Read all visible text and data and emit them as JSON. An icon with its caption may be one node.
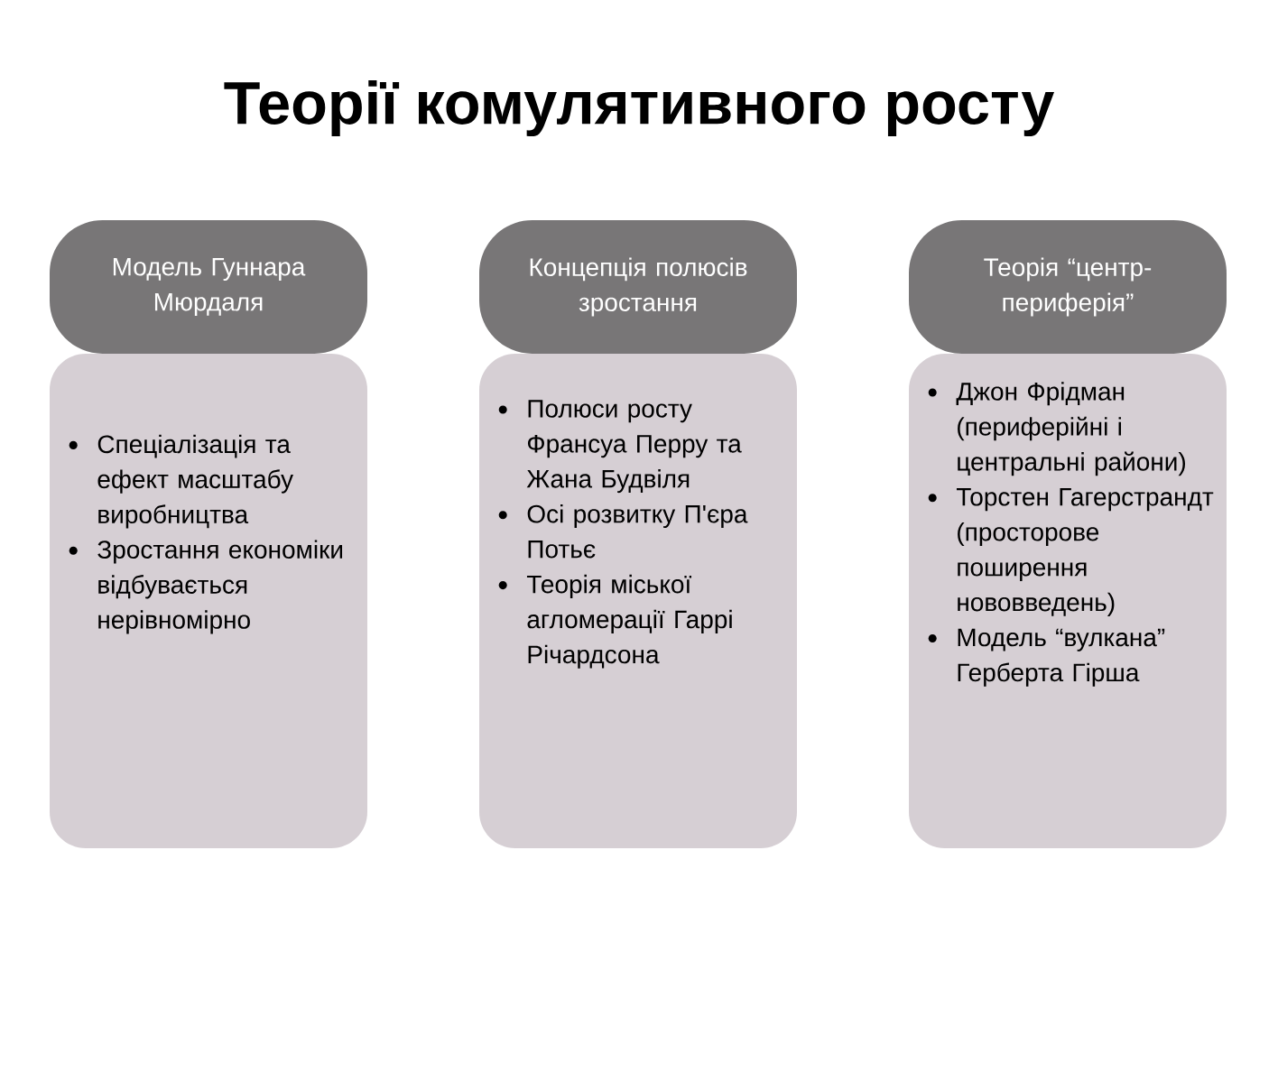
{
  "diagram": {
    "title": "Теорії комулятивного росту",
    "nodes": [
      {
        "text": [
          "Модель Гуннара Мюрдаля"
        ]
      },
      {
        "text": [
          "Спеціалізація та ефект масштабу виробництва",
          "Зростання економіки відбувається нерівномірно"
        ]
      },
      {
        "text": [
          "Концепція полюсів зростання"
        ]
      },
      {
        "text": [
          "Полюси росту Франсуа Перру та Жана Будвіля",
          "Осі розвитку П'єра Потьє",
          "Теорія міської агломерації Гаррі Річардсона"
        ]
      },
      {
        "text": [
          "Теорія “центр-периферія”"
        ]
      },
      {
        "text": [
          "Джон Фрідман (периферійні і центральні райони)",
          "Торстен Гагерстрандт (просторове поширення нововведень)",
          "Модель “вулкана” Герберта Гірша"
        ]
      }
    ]
  }
}
